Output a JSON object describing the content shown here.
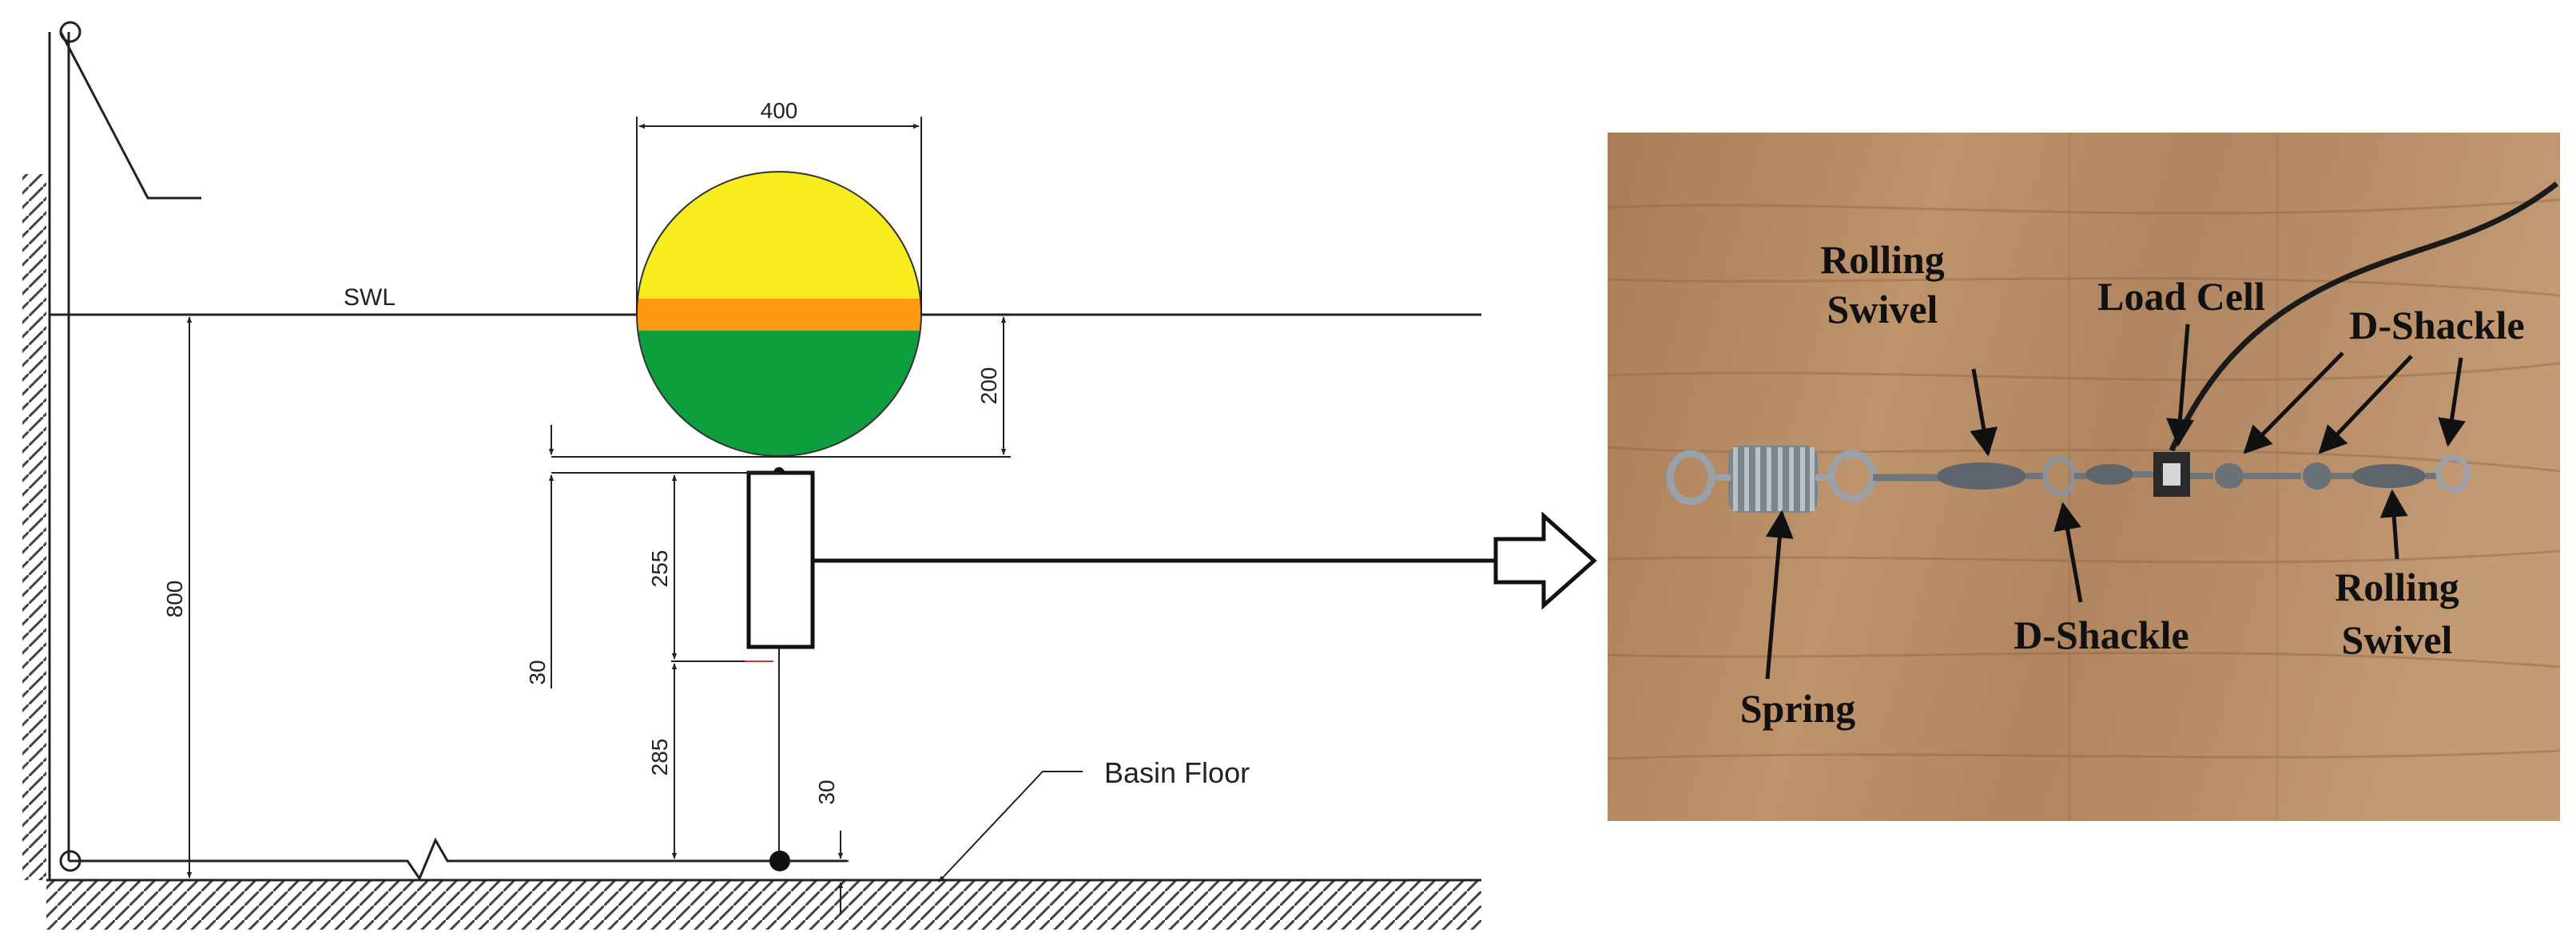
{
  "drawing": {
    "swl_label": "SWL",
    "dims": {
      "diameter": "400",
      "draft": "200",
      "water_depth": "800",
      "gap": "30",
      "upper_line": "255",
      "lower_line": "285",
      "anchor_height": "30"
    },
    "basin_floor_label": "Basin Floor",
    "colors": {
      "buoy_top": "#F6EC1E",
      "buoy_band": "#FF9A12",
      "buoy_bottom": "#0E9E3D",
      "line": "#222222",
      "hatch": "#444444"
    }
  },
  "photo": {
    "labels": {
      "rolling_swivel_left": [
        "Rolling",
        "Swivel"
      ],
      "load_cell": "Load Cell",
      "d_shackle_top": "D-Shackle",
      "d_shackle_bottom": "D-Shackle",
      "spring": "Spring",
      "rolling_swivel_right": [
        "Rolling",
        "Swivel"
      ]
    },
    "colors": {
      "wood": "#B58B64",
      "wood_dark": "#9C734F",
      "metal": "#8C949C"
    }
  }
}
